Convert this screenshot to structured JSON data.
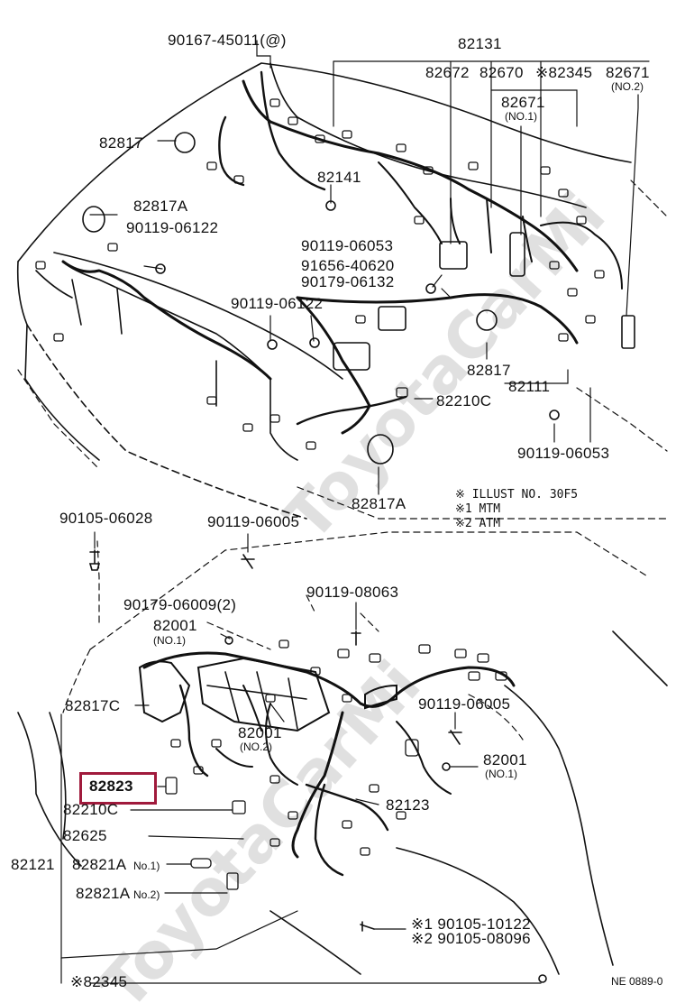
{
  "watermark": {
    "upper": "ToyotaCarMi",
    "lower": "ToyotaCarMi"
  },
  "upper": {
    "labels": {
      "p90167_45011": "90167-45011(@)",
      "p82131": "82131",
      "p82817": "82817",
      "p82672": "82672",
      "p82670": "82670",
      "p82345": "※82345",
      "p82671a": "82671",
      "p82671a_sub": "(NO.2)",
      "p82671b": "82671",
      "p82671b_sub": "(NO.1)",
      "p82141": "82141",
      "p82817a": "82817A",
      "p90119_06122a": "90119-06122",
      "p90119_06053a": "90119-06053",
      "p91656_40620": "91656-40620",
      "p90179_06132": "90179-06132",
      "p90119_06122b": "90119-06122",
      "p82817b": "82817",
      "p82111": "82111",
      "p82210c": "82210C",
      "p90119_06053b": "90119-06053",
      "p82817a2": "82817A"
    },
    "notes": [
      "※ ILLUST NO. 30F5",
      "※1 MTM",
      "※2 ATM"
    ]
  },
  "lower": {
    "labels": {
      "p90105_06028": "90105-06028",
      "p90119_06005a": "90119-06005",
      "p90179_06009": "90179-06009(2)",
      "p90119_08063": "90119-08063",
      "p82001a": "82001",
      "p82001a_sub": "(NO.1)",
      "p82817c": "82817C",
      "p82001b": "82001",
      "p82001b_sub": "(NO.2)",
      "p90119_06005b": "90119-06005",
      "p82001c": "82001",
      "p82001c_sub": "(NO.1)",
      "p82823": "82823",
      "p82210c": "82210C",
      "p82123": "82123",
      "p82625": "82625",
      "p82121": "82121",
      "p82821a1": "82821A",
      "p82821a1_sub": "No.1)",
      "p82821a2": "82821A",
      "p82821a2_sub": "No.2)",
      "p90105_10122": "※1 90105-10122",
      "p90105_08096": "※2 90105-08096",
      "p82345": "※82345",
      "code": "NE 0889-0"
    }
  },
  "highlight": {
    "label": "82823",
    "color": "#a01a3c"
  }
}
